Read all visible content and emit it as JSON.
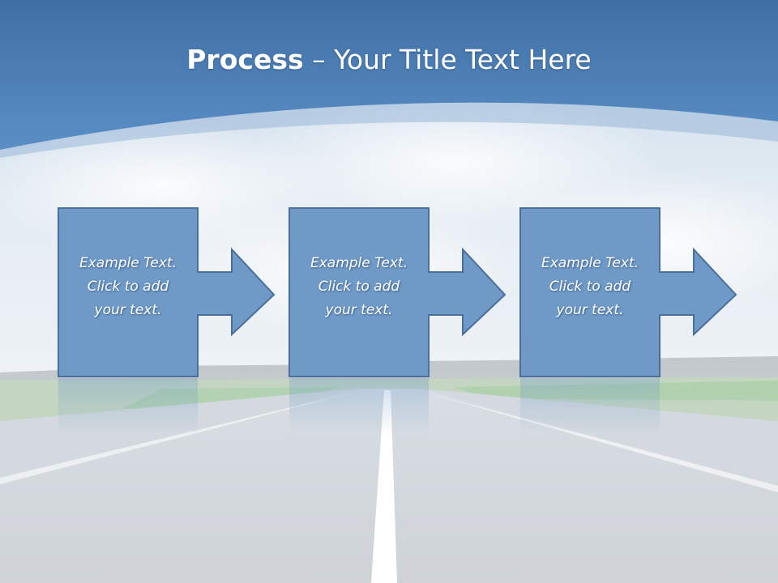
{
  "title": {
    "bold": "Process",
    "rest": " – Your Title Text Here"
  },
  "steps": [
    {
      "lines": [
        "Example Text.",
        "Click  to add",
        "your text."
      ]
    },
    {
      "lines": [
        "Example Text.",
        "Click  to add",
        "your text."
      ]
    },
    {
      "lines": [
        "Example Text.",
        "Click  to add",
        "your text."
      ]
    }
  ],
  "colors": {
    "header": "#4a7fb8",
    "box": "#6f9ac8",
    "box_border": "#4a6f9c"
  }
}
